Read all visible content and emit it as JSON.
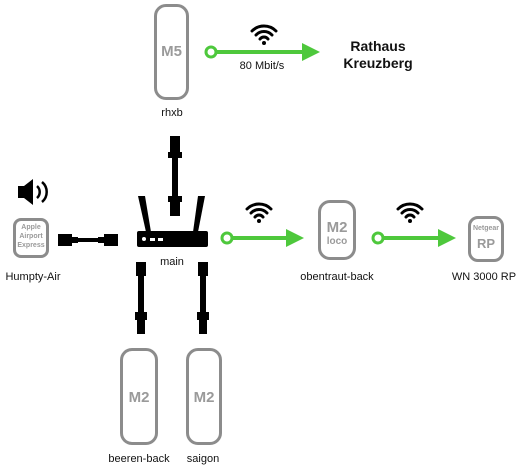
{
  "nodes": {
    "rhxb": {
      "model": "M5",
      "name": "rhxb"
    },
    "main": {
      "name": "main"
    },
    "humpty": {
      "brand_line1": "Apple",
      "brand_line2": "Airport",
      "brand_line3": "Express",
      "name": "Humpty-Air"
    },
    "obentraut": {
      "model": "M2",
      "sub": "loco",
      "name": "obentraut-back"
    },
    "wn3000": {
      "brand": "Netgear",
      "model": "RP",
      "name": "WN 3000 RP"
    },
    "beeren": {
      "model": "M2",
      "name": "beeren-back"
    },
    "saigon": {
      "model": "M2",
      "name": "saigon"
    }
  },
  "links": {
    "uplink_speed": "80 Mbit/s",
    "destination_line1": "Rathaus",
    "destination_line2": "Kreuzberg"
  },
  "icons": [
    "wifi-icon",
    "speaker-icon",
    "ethernet-cable-icon",
    "router-icon",
    "arrow-right-icon"
  ],
  "colors": {
    "link": "#4ec83c",
    "device_border": "#8c8c8c",
    "device_text": "#9a9a9a"
  }
}
